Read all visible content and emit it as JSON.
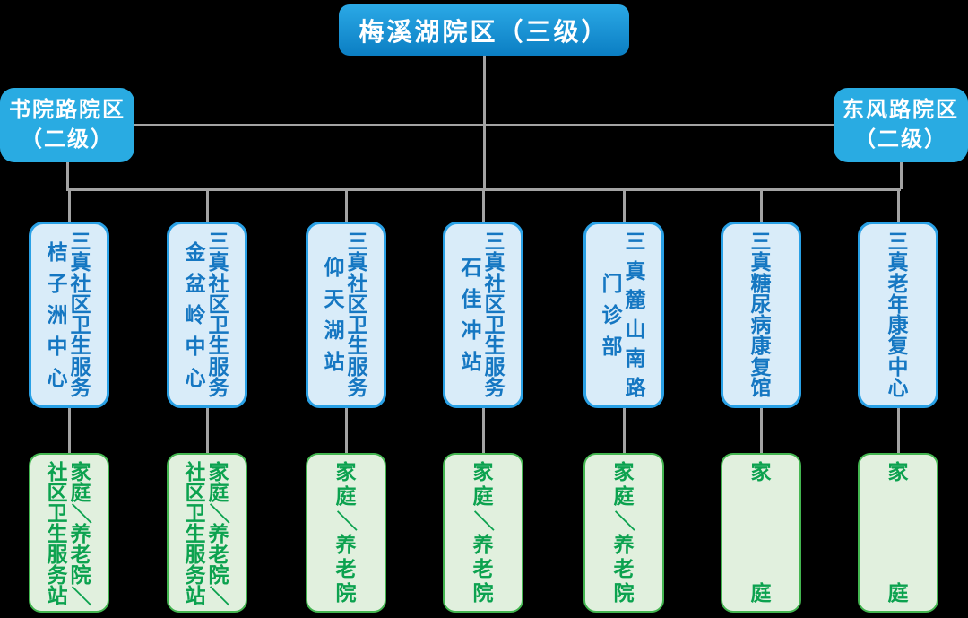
{
  "diagram": {
    "root": {
      "label": "梅溪湖院区（三级）"
    },
    "campuses": [
      {
        "name": "书院路院区",
        "level": "（二级）",
        "side": "left"
      },
      {
        "name": "东风路院区",
        "level": "（二级）",
        "side": "right"
      }
    ],
    "facilities": [
      {
        "name": "三真社区卫生服务桔子洲中心",
        "name_columns": [
          "三真社区卫生服务",
          "桔子洲中心"
        ],
        "services": "家庭／养老院／社区卫生服务站",
        "services_columns": [
          "家庭／养老院／",
          "社区卫生服务站"
        ]
      },
      {
        "name": "三真社区卫生服务金盆岭中心",
        "name_columns": [
          "三真社区卫生服务",
          "金盆岭中心"
        ],
        "services": "家庭／养老院／社区卫生服务站",
        "services_columns": [
          "家庭／养老院／",
          "社区卫生服务站"
        ]
      },
      {
        "name": "三真社区卫生服务仰天湖站",
        "name_columns": [
          "三真社区卫生服务",
          "仰天湖站"
        ],
        "services": "家庭／养老院",
        "services_columns": [
          "家庭／养老院"
        ]
      },
      {
        "name": "三真社区卫生服务石佳冲站",
        "name_columns": [
          "三真社区卫生服务",
          "石佳冲站"
        ],
        "services": "家庭／养老院",
        "services_columns": [
          "家庭／养老院"
        ]
      },
      {
        "name": "三真麓山南路门诊部",
        "name_columns": [
          "三真麓山南路",
          "门诊部"
        ],
        "services": "家庭／养老院",
        "services_columns": [
          "家庭／养老院"
        ]
      },
      {
        "name": "三真糖尿病康复馆",
        "name_columns": [
          "三真糖尿病康复馆"
        ],
        "services": "家庭",
        "services_columns": [
          "家庭"
        ]
      },
      {
        "name": "三真老年康复中心",
        "name_columns": [
          "三真老年康复中心"
        ],
        "services": "家庭",
        "services_columns": [
          "家庭"
        ]
      }
    ],
    "colors": {
      "background": "#000000",
      "root_gradient_top": "#2BA9E6",
      "root_gradient_bottom": "#0B7EC3",
      "campus_fill": "#29ABE2",
      "facility_fill": "#D9ECF9",
      "facility_border": "#29A0E5",
      "facility_text": "#1577C2",
      "service_fill": "#E1F0DE",
      "service_border": "#43B550",
      "service_text": "#0CA24F",
      "connector": "#A3A3A3",
      "node_text": "#FFFFFF"
    }
  }
}
